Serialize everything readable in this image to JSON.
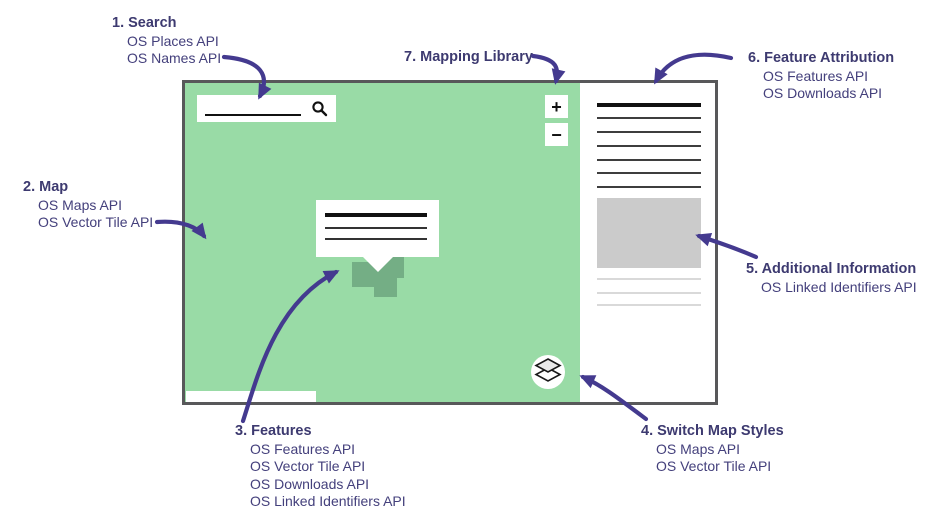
{
  "colors": {
    "map_green": "#99dba6",
    "feature_green": "#74ae85",
    "ink_navy": "#3d3a70",
    "arrow_purple": "#443a8f",
    "frame_border": "#58585a",
    "image_placeholder_gray": "#cbcbcb"
  },
  "annotations": [
    {
      "title": "1. Search",
      "apis": [
        "OS Places API",
        "OS Names API"
      ]
    },
    {
      "title": "2. Map",
      "apis": [
        "OS Maps API",
        "OS Vector Tile API"
      ]
    },
    {
      "title": "3. Features",
      "apis": [
        "OS Features API",
        "OS Vector Tile API",
        "OS Downloads API",
        "OS Linked Identifiers API"
      ]
    },
    {
      "title": "4. Switch Map Styles",
      "apis": [
        "OS Maps API",
        "OS Vector Tile API"
      ]
    },
    {
      "title": "5. Additional Information",
      "apis": [
        "OS Linked Identifiers API"
      ]
    },
    {
      "title": "6. Feature Attribution",
      "apis": [
        "OS Features API",
        "OS Downloads API"
      ]
    },
    {
      "title": "7. Mapping Library",
      "apis": []
    }
  ],
  "wireframe": {
    "zoom_in_label": "+",
    "zoom_out_label": "−",
    "icons": {
      "search_icon": "magnifier",
      "layers_icon": "layer-stack"
    }
  }
}
